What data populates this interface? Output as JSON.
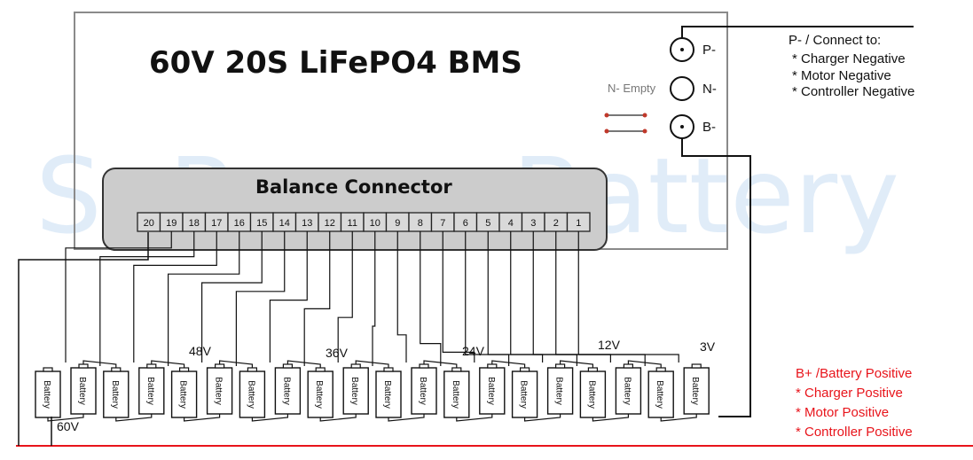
{
  "title": "60V  20S  LiFePO4 BMS",
  "watermark": "SuPower-Battery",
  "balance_connector": {
    "title": "Balance Connector",
    "pins": [
      "20",
      "19",
      "18",
      "17",
      "16",
      "15",
      "14",
      "13",
      "12",
      "11",
      "10",
      "9",
      "8",
      "7",
      "6",
      "5",
      "4",
      "3",
      "2",
      "1"
    ]
  },
  "terminals": {
    "p_minus": "P-",
    "n_minus": "N-",
    "b_minus": "B-",
    "n_empty_note": "N- Empty"
  },
  "p_minus_notes": {
    "heading": "P- / Connect to:",
    "items": [
      "* Charger Negative",
      "* Motor Negative",
      "* Controller Negative"
    ]
  },
  "b_plus_notes": {
    "heading": "B+ /Battery Positive",
    "items": [
      "* Charger Positive",
      "* Motor Positive",
      "* Controller Positive"
    ]
  },
  "battery_label": "Battery",
  "voltage_labels": [
    "60V",
    "48V",
    "36V",
    "24V",
    "12V",
    "3V"
  ],
  "colors": {
    "line": "#1a1a1a",
    "box_border": "#8a8a8a",
    "connector_fill": "#cccccc",
    "positive_wire": "#e8141b",
    "watermark": "#d6e6f6"
  }
}
